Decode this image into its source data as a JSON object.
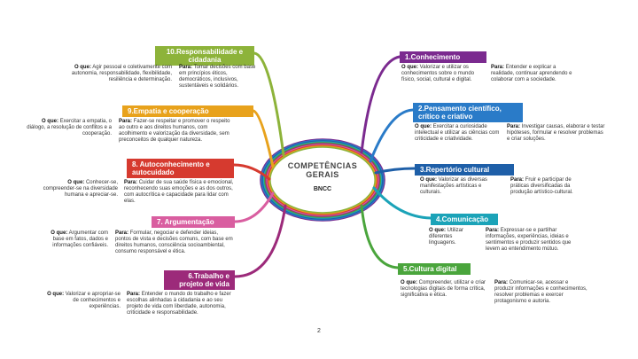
{
  "center": {
    "title_line1": "COMPETÊNCIAS",
    "title_line2": "GERAIS",
    "subtitle": "BNCC"
  },
  "page_number": "2",
  "labels": {
    "what": "O que:",
    "for": "Para:"
  },
  "colors": {
    "c1": "#7b2a8f",
    "c2": "#2a7bc8",
    "c3": "#1e5fa8",
    "c4": "#1ba3b8",
    "c5": "#4aa53c",
    "c6": "#9c2a7a",
    "c7": "#d95ea0",
    "c8": "#d63a2f",
    "c9": "#e8a21c",
    "c10": "#8db33a"
  },
  "competencies": [
    {
      "id": 1,
      "title": "1.Conhecimento",
      "what": "Valorizar e utilizar os conhecimentos sobre o mundo físico, social, cultural e digital.",
      "for": "Entender e explicar a realidade, continuar aprendendo e colaborar com a sociedade."
    },
    {
      "id": 2,
      "title": "2.Pensamento científico, crítico e criativo",
      "what": "Exercitar a curiosidade intelectual e utilizar as ciências com criticidade e criatividade.",
      "for": "Investigar causas, elaborar e testar hipóteses, formular e resolver problemas e criar soluções."
    },
    {
      "id": 3,
      "title": "3.Repertório cultural",
      "what": "Valorizar as diversas manifestações artísticas e culturais.",
      "for": "Fruir e participar de práticas diversificadas da produção artístico-cultural."
    },
    {
      "id": 4,
      "title": "4.Comunicação",
      "what": "Utilizar diferentes linguagens.",
      "for": "Expressar-se e partilhar informações, experiências, ideias e sentimentos e produzir sentidos que levem ao entendimento mútuo."
    },
    {
      "id": 5,
      "title": "5.Cultura digital",
      "what": "Compreender, utilizar e criar tecnologias digitais de forma crítica, significativa e ética.",
      "for": "Comunicar-se, acessar e produzir informações e conhecimentos, resolver problemas e exercer protagonismo e autoria."
    },
    {
      "id": 6,
      "title": "6.Trabalho e projeto de vida",
      "what": "Valorizar e apropriar-se de conhecimentos e experiências.",
      "for": "Entender o mundo do trabalho e fazer escolhas alinhadas à cidadania e ao seu projeto de vida com liberdade, autonomia, criticidade e responsabilidade."
    },
    {
      "id": 7,
      "title": "7. Argumentação",
      "what": "Argumentar com base em fatos, dados e informações confiáveis.",
      "for": "Formular, negociar e defender ideias, pontos de vista e decisões comuns, com base em direitos humanos, consciência socioambiental, consumo responsável e ética."
    },
    {
      "id": 8,
      "title": "8. Autoconhecimento e autocuidado",
      "what": "Conhecer-se, compreender-se na diversidade humana e apreciar-se.",
      "for": "Cuidar de sua saúde física e emocional, reconhecendo suas emoções e as dos outros, com autocrítica e capacidade para lidar com elas."
    },
    {
      "id": 9,
      "title": "9.Empatia e cooperação",
      "what": "Exercitar a empatia, o diálogo, a resolução de conflitos e a cooperação.",
      "for": "Fazer-se respeitar e promover o respeito ao outro e aos direitos humanos, com acolhimento e valorização da diversidade, sem preconceitos de qualquer natureza."
    },
    {
      "id": 10,
      "title": "10.Responsabilidade e cidadania",
      "what": "Agir pessoal e coletivamente com autonomia, responsabilidade, flexibilidade, resiliência e determinação.",
      "for": "Tomar decisões com base em princípios éticos, democráticos, inclusivos, sustentáveis e solidários."
    }
  ]
}
